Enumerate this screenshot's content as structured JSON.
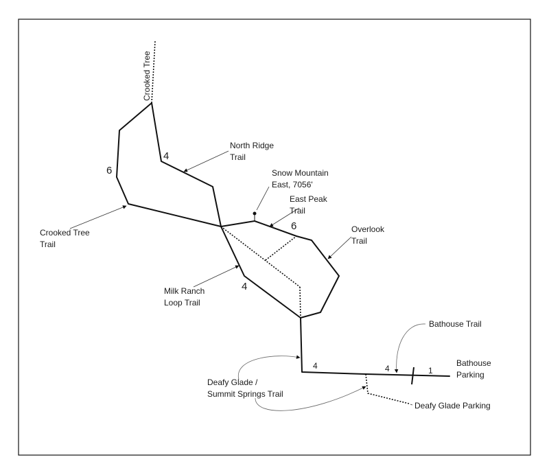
{
  "labels": {
    "crooked_tree_top": "Crooked Tree",
    "north_ridge_trail": [
      "North Ridge",
      "Trail"
    ],
    "snow_mountain": [
      "Snow Mountain",
      "East, 7056'"
    ],
    "east_peak_trail": [
      "East Peak",
      "Trail"
    ],
    "crooked_tree_trail": [
      "Crooked Tree",
      "Trail"
    ],
    "overlook_trail": [
      "Overlook",
      "Trail"
    ],
    "milk_ranch_loop_trail": [
      "Milk Ranch",
      "Loop Trail"
    ],
    "bathouse_trail": "Bathouse Trail",
    "bathouse_parking": [
      "Bathouse",
      "Parking"
    ],
    "deafy_glade_summit_springs": [
      "Deafy Glade /",
      "Summit Springs Trail"
    ],
    "deafy_glade_parking": "Deafy Glade Parking"
  },
  "distances": {
    "north_ridge": "4",
    "crooked_tree_loop": "6",
    "east_peak": "6",
    "milk_ranch": "4",
    "connector": "4",
    "bathouse_trail": "4",
    "bathouse_parking": "1"
  }
}
